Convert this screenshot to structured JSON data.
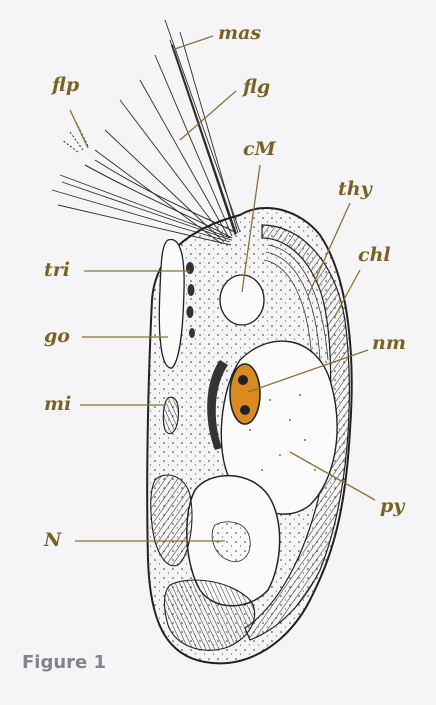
{
  "figure_caption": "Figure 1",
  "labels": {
    "mas": "mas",
    "flp": "flp",
    "flg": "flg",
    "cM": "cM",
    "thy": "thy",
    "chl": "chl",
    "tri": "tri",
    "go": "go",
    "nm": "nm",
    "mi": "mi",
    "py": "py",
    "N": "N"
  },
  "colors": {
    "label_text": "#7a6322",
    "leader_line": "#8a7236",
    "nucleomorph_fill": "#d98a20",
    "caption": "#7f8588",
    "ink": "#2a2a2a"
  }
}
